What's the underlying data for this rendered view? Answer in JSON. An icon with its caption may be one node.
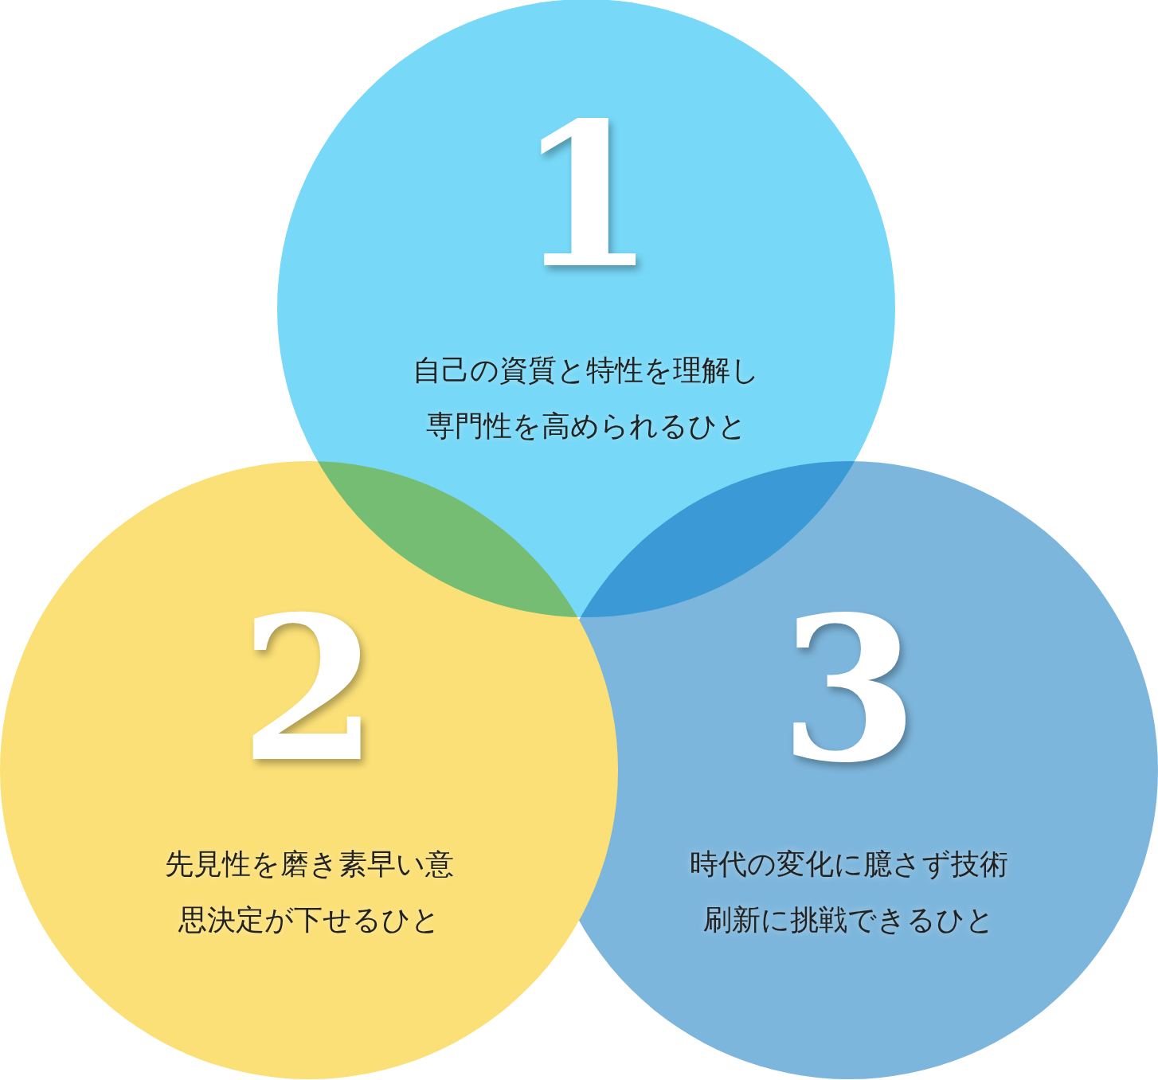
{
  "diagram": {
    "nodes": [
      {
        "text": [
          "1",
          "自己の資質と特性を理解し専門性を高められるひと"
        ]
      },
      {
        "text": [
          "2",
          "先見性を磨き素早い意思決定が下せるひと"
        ]
      },
      {
        "text": [
          "3",
          "時代の変化に臆さず技術刷新に挑戦できるひと"
        ]
      }
    ]
  }
}
